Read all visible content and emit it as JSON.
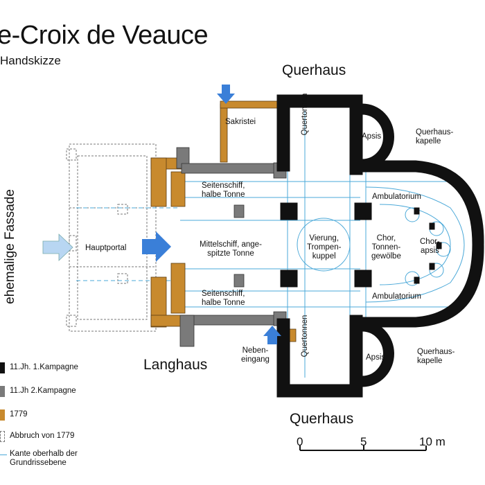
{
  "title": "e-Croix de Veauce",
  "subtitle": "Handskizze",
  "labels": {
    "querhaus_top": "Querhaus",
    "querhaus_bottom": "Querhaus",
    "langhaus": "Langhaus",
    "fassade": "ehemalige Fassade",
    "sakristei": "Sakristei",
    "apsis_top": "Apsis",
    "apsis_bottom": "Apsis",
    "querhauskapelle_top": "Querhaus-\nkapelle",
    "querhauskapelle_bottom": "Querhaus-\nkapelle",
    "quertonnen_top": "Quertonnen",
    "quertonnen_bottom": "Quertonnen",
    "seitenschiff_top": "Seitenschiff,\nhalbe Tonne",
    "seitenschiff_bottom": "Seitenschiff,\nhalbe Tonne",
    "mittelschiff": "Mittelschiff, ange-\nspitzte Tonne",
    "hauptportal": "Hauptportal",
    "vierung": "Vierung,\nTrompen-\nkuppel",
    "chor": "Chor,\nTonnen-\ngewölbe",
    "chorapsis": "Chor-\napsis",
    "ambulatorium_top": "Ambulatorium",
    "ambulatorium_bottom": "Ambulatorium",
    "nebeneingang": "Neben-\neingang"
  },
  "scale": {
    "ticks": [
      "0",
      "5",
      "10 m"
    ]
  },
  "legend": [
    {
      "label": "11.Jh. 1.Kampagne",
      "color": "#111111",
      "style": "solid"
    },
    {
      "label": "11.Jh 2.Kampagne",
      "color": "#7a7a7a",
      "style": "solid"
    },
    {
      "label": "1779",
      "color": "#c88a2e",
      "style": "solid"
    },
    {
      "label": "Abbruch von 1779",
      "color": "#777777",
      "style": "dashed"
    },
    {
      "label": "Kante oberhalb der\nGrundrissebene",
      "color": "#4aa8d8",
      "style": "thin-line"
    }
  ],
  "colors": {
    "phase1": "#111111",
    "phase2": "#7a7a7a",
    "y1779": "#c88a2e",
    "vault": "#4aa8d8",
    "arrow": "#3a7fd8",
    "arrow_light": "#b8d6f2"
  }
}
